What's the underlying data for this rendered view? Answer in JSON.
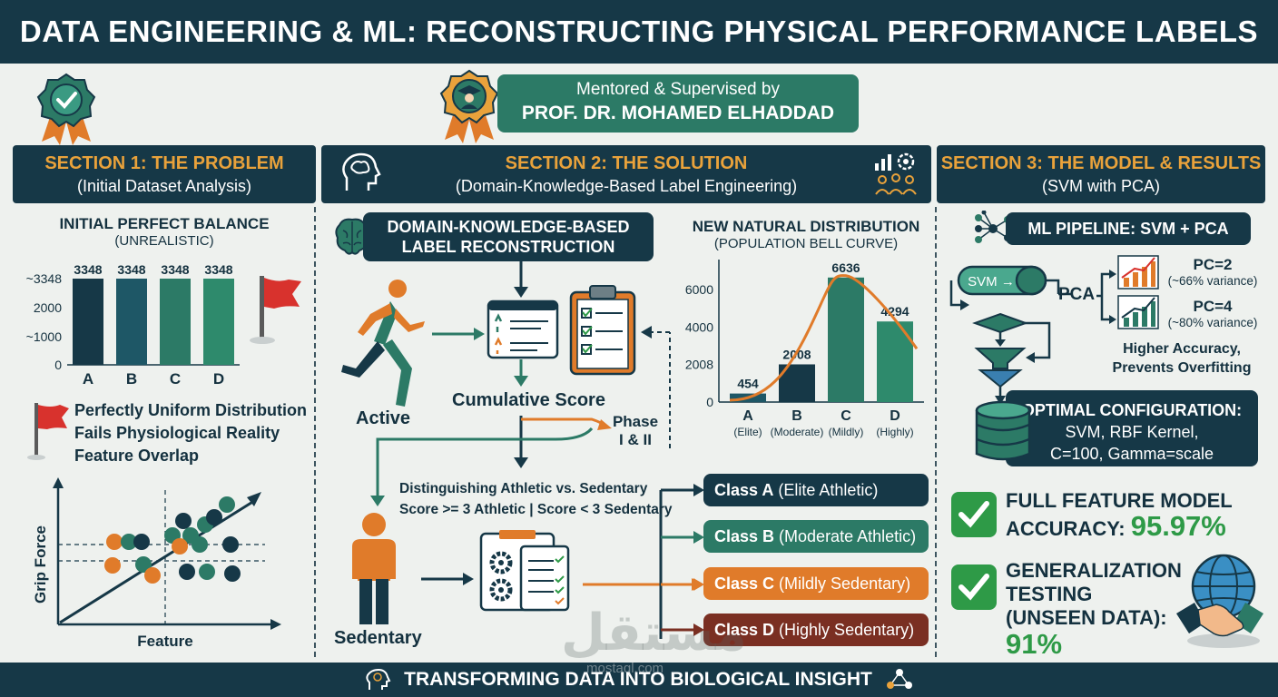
{
  "header": {
    "title": "DATA ENGINEERING & ML: RECONSTRUCTING PHYSICAL PERFORMANCE LABELS"
  },
  "mentor": {
    "line1": "Mentored & Supervised by",
    "line2": "PROF. DR. MOHAMED ELHADDAD"
  },
  "section1": {
    "title": "SECTION 1: THE PROBLEM",
    "subtitle": "(Initial Dataset Analysis)",
    "chart_title": "INITIAL PERFECT BALANCE",
    "chart_subtitle": "(UNREALISTIC)",
    "bullets": [
      "Perfectly Uniform Distribution",
      "Fails Physiological Reality",
      "Feature Overlap"
    ],
    "scatter_ylabel": "Grip Force",
    "scatter_xlabel": "Feature"
  },
  "section2": {
    "title": "SECTION 2: THE SOLUTION",
    "subtitle": "(Domain-Knowledge-Based Label Engineering)",
    "box_line1": "DOMAIN-KNOWLEDGE-BASED",
    "box_line2": "LABEL RECONSTRUCTION",
    "active_label": "Active",
    "cumulative_label": "Cumulative Score",
    "phase_line1": "Phase",
    "phase_line2": "I & II",
    "distinguish_line1": "Distinguishing Athletic vs. Sedentary",
    "distinguish_line2": "Score >= 3 Athletic | Score < 3 Sedentary",
    "sedentary_label": "Sedentary",
    "chart_title": "NEW NATURAL DISTRIBUTION",
    "chart_subtitle": "(POPULATION BELL CURVE)",
    "classes": [
      {
        "code": "Class A",
        "desc": "(Elite Athletic)"
      },
      {
        "code": "Class B",
        "desc": "(Moderate Athletic)"
      },
      {
        "code": "Class C",
        "desc": "(Mildly Sedentary)"
      },
      {
        "code": "Class D",
        "desc": "(Highly Sedentary)"
      }
    ]
  },
  "section3": {
    "title": "SECTION 3: THE MODEL & RESULTS",
    "subtitle": "(SVM with PCA)",
    "pipeline_title": "ML PIPELINE: SVM + PCA",
    "svm_label": "SVM →",
    "pca_label": "PCA",
    "pc2_label": "PC=2",
    "pc2_var": "(~66% variance)",
    "pc4_label": "PC=4",
    "pc4_var": "(~80% variance)",
    "benefit_line1": "Higher Accuracy,",
    "benefit_line2": "Prevents Overfitting",
    "optimal_title": "OPTIMAL CONFIGURATION:",
    "optimal_line1": "SVM, RBF Kernel,",
    "optimal_line2": "C=100, Gamma=scale",
    "full_line1": "FULL FEATURE MODEL",
    "full_line2": "ACCURACY:",
    "full_value": "95.97%",
    "gen_line1": "GENERALIZATION",
    "gen_line2": "TESTING",
    "gen_line3": "(UNSEEN DATA):",
    "gen_value": "91%"
  },
  "watermark": {
    "logo_text": "مستقل",
    "site": "mostaql.com"
  },
  "footer": {
    "text": "TRANSFORMING DATA INTO BIOLOGICAL INSIGHT"
  },
  "colors": {
    "navy": "#163847",
    "teal": "#2c7a66",
    "orange": "#e07b2a",
    "brown": "#7a2f22",
    "gold": "#e9a23b",
    "green": "#2e9a47"
  },
  "chart_data": [
    {
      "type": "bar",
      "title": "INITIAL PERFECT BALANCE",
      "subtitle": "(UNREALISTIC)",
      "categories": [
        "A",
        "B",
        "C",
        "D"
      ],
      "values": [
        3348,
        3348,
        3348,
        3348
      ],
      "yticks": [
        "0",
        "~1000",
        "2000",
        "~3348"
      ],
      "ylim": [
        0,
        3348
      ]
    },
    {
      "type": "bar",
      "title": "NEW NATURAL DISTRIBUTION",
      "subtitle": "(POPULATION BELL CURVE)",
      "categories": [
        "A",
        "B",
        "C",
        "D"
      ],
      "category_labels": [
        "(Elite)",
        "(Moderate)",
        "(Mildly)",
        "(Highly)"
      ],
      "values": [
        454,
        2008,
        6636,
        4294
      ],
      "yticks": [
        0,
        2008,
        4000,
        6000
      ],
      "ylim": [
        0,
        7400
      ]
    }
  ]
}
